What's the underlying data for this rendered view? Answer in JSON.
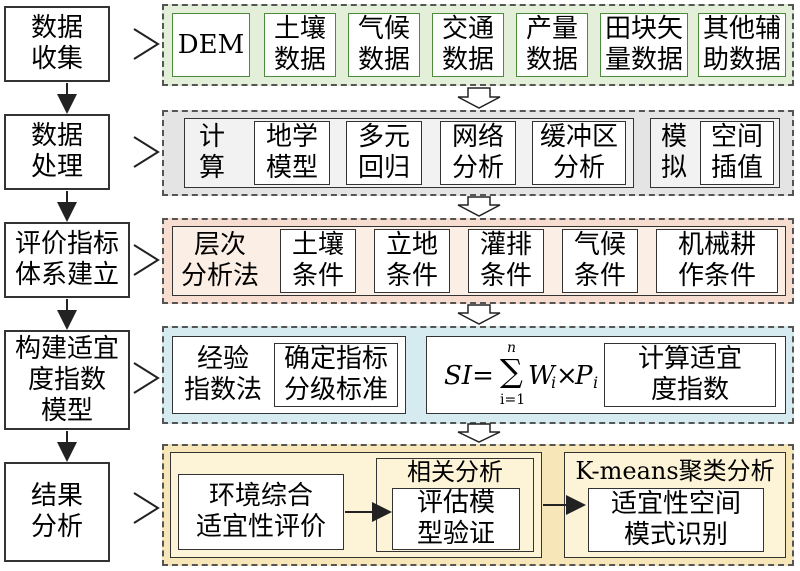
{
  "steps": [
    {
      "line1": "数据",
      "line2": "收集"
    },
    {
      "line1": "数据",
      "line2": "处理"
    },
    {
      "line1": "评价指标",
      "line2": "体系建立"
    },
    {
      "line1": "构建适宜",
      "line2": "度指数",
      "line3": "模型"
    },
    {
      "line1": "结果",
      "line2": "分析"
    }
  ],
  "row1": {
    "items": [
      {
        "line1": "DEM"
      },
      {
        "line1": "土壤",
        "line2": "数据"
      },
      {
        "line1": "气候",
        "line2": "数据"
      },
      {
        "line1": "交通",
        "line2": "数据"
      },
      {
        "line1": "产量",
        "line2": "数据"
      },
      {
        "line1": "田块矢",
        "line2": "量数据"
      },
      {
        "line1": "其他辅",
        "line2": "助数据"
      }
    ]
  },
  "row2": {
    "group1_title": {
      "line1": "计",
      "line2": "算"
    },
    "group1_items": [
      {
        "line1": "地学",
        "line2": "模型"
      },
      {
        "line1": "多元",
        "line2": "回归"
      },
      {
        "line1": "网络",
        "line2": "分析"
      },
      {
        "line1": "缓冲区",
        "line2": "分析"
      }
    ],
    "group2_title": {
      "line1": "模",
      "line2": "拟"
    },
    "group2_items": [
      {
        "line1": "空间",
        "line2": "插值"
      }
    ]
  },
  "row3": {
    "title": {
      "line1": "层次",
      "line2": "分析法"
    },
    "items": [
      {
        "line1": "土壤",
        "line2": "条件"
      },
      {
        "line1": "立地",
        "line2": "条件"
      },
      {
        "line1": "灌排",
        "line2": "条件"
      },
      {
        "line1": "气候",
        "line2": "条件"
      },
      {
        "line1": "机械耕",
        "line2": "作条件"
      }
    ]
  },
  "row4": {
    "group1_title": {
      "line1": "经验",
      "line2": "指数法"
    },
    "group1_item": {
      "line1": "确定指标",
      "line2": "分级标准"
    },
    "formula": {
      "lhs": "SI=",
      "sum": "∑",
      "upper": "n",
      "lower": "i=1",
      "rhs_w": "W",
      "rhs_w_sub": "i",
      "times": "×",
      "rhs_p": "P",
      "rhs_p_sub": "i"
    },
    "group2_item": {
      "line1": "计算适宜",
      "line2": "度指数"
    }
  },
  "row5": {
    "left": {
      "line1": "环境综合",
      "line2": "适宜性评价"
    },
    "mid_title": "相关分析",
    "mid_item": {
      "line1": "评估模",
      "line2": "型验证"
    },
    "right_title": "K-means聚类分析",
    "right_item": {
      "line1": "适宜性空间",
      "line2": "模式识别"
    }
  },
  "colors": {
    "band1": "#e3efd8",
    "band2": "#e4e4e4",
    "band3": "#f6ddcf",
    "band4": "#d5ebef",
    "band5": "#f7e7b8",
    "row1_border": "#4a8a3a",
    "row2_inner": "#f2f2f2",
    "row3_inner": "#fbeee5",
    "row4_inner": "#ffffff",
    "row5_inner": "#fdf3d7"
  }
}
